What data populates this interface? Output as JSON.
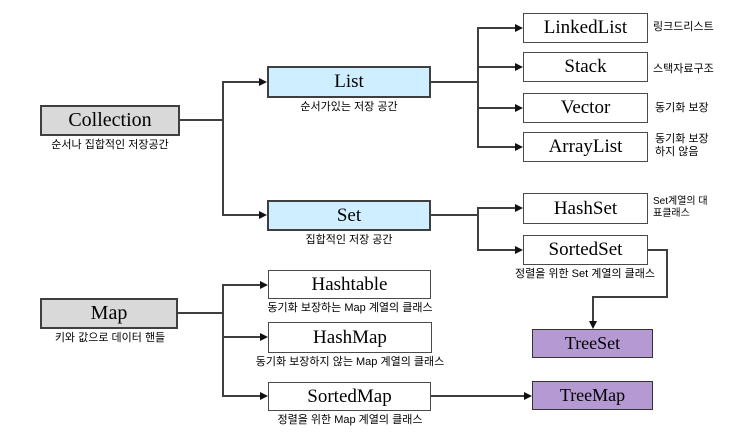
{
  "diagram": {
    "title_hint": "Java Collection Framework hierarchy",
    "colors": {
      "root_fill": "#d9d9d9",
      "branch_fill": "#cfeeff",
      "leaf_fill": "#ffffff",
      "tree_fill": "#b499d2",
      "border": "#3f3f3f",
      "connector": "#3f3f3f",
      "text": "#000000"
    },
    "nodes": {
      "collection": {
        "label": "Collection",
        "caption": "순서나 집합적인 저장공간"
      },
      "list": {
        "label": "List",
        "caption": "순서가있는 저장 공간"
      },
      "set": {
        "label": "Set",
        "caption": "집합적인 저장 공간"
      },
      "map": {
        "label": "Map",
        "caption": "키와 값으로 데이터 핸들"
      },
      "linkedlist": {
        "label": "LinkedList",
        "note": "링크드리스트"
      },
      "stack": {
        "label": "Stack",
        "note": "스택자료구조"
      },
      "vector": {
        "label": "Vector",
        "note": "동기화 보장"
      },
      "arraylist": {
        "label": "ArrayList",
        "note_line1": "동기화 보장",
        "note_line2": "하지 않음"
      },
      "hashset": {
        "label": "HashSet",
        "note_line1": "Set계열의 대",
        "note_line2": "표클래스"
      },
      "sortedset": {
        "label": "SortedSet",
        "caption": "정렬을 위한 Set 계열의 클래스"
      },
      "hashtable": {
        "label": "Hashtable",
        "caption": "동기화 보장하는 Map 계열의 클래스"
      },
      "hashmap": {
        "label": "HashMap",
        "caption": "동기화 보장하지 않는 Map 계열의 클래스"
      },
      "sortedmap": {
        "label": "SortedMap",
        "caption": "정렬을 위한 Map 계열의 클래스"
      },
      "treeset": {
        "label": "TreeSet"
      },
      "treemap": {
        "label": "TreeMap"
      }
    },
    "edges": [
      "Collection -> List",
      "Collection -> Set",
      "List -> LinkedList",
      "List -> Stack",
      "List -> Vector",
      "List -> ArrayList",
      "Set -> HashSet",
      "Set -> SortedSet",
      "SortedSet -> TreeSet",
      "Map -> Hashtable",
      "Map -> HashMap",
      "Map -> SortedMap",
      "SortedMap -> TreeMap"
    ]
  }
}
